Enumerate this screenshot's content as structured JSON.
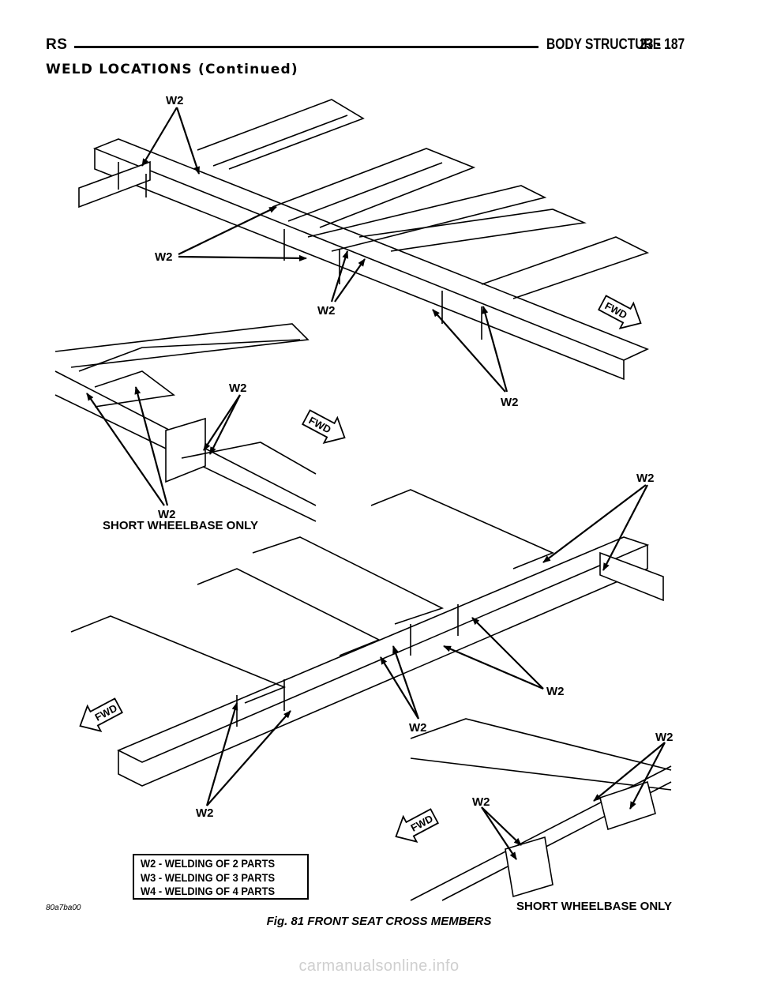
{
  "header": {
    "left": "RS",
    "title": "BODY STRUCTURE",
    "page": "23 - 187"
  },
  "section_title": "WELD LOCATIONS (Continued)",
  "figure": {
    "callout": "W2",
    "fwd": "FWD",
    "short_wheelbase_1": "SHORT WHEELBASE ONLY",
    "short_wheelbase_2": "SHORT WHEELBASE ONLY",
    "figure_id": "80a7ba00"
  },
  "legend": {
    "line1": "W2 - WELDING OF 2 PARTS",
    "line2": "W3 - WELDING OF 3 PARTS",
    "line3": "W4 - WELDING OF 4 PARTS"
  },
  "caption": "Fig. 81 FRONT SEAT CROSS MEMBERS",
  "watermark": "carmanualsonline.info",
  "colors": {
    "ink": "#000000",
    "paper": "#ffffff",
    "watermark": "#cfcfcf"
  }
}
